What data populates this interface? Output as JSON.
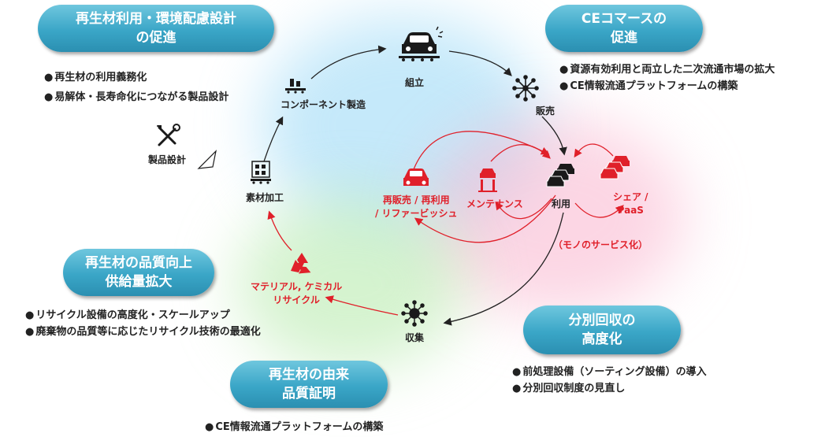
{
  "pills": {
    "recycled_design": [
      "再生材利用・環境配慮設計",
      "の促進"
    ],
    "ce_commerce": [
      "CEコマースの",
      "促進"
    ],
    "quality": [
      "再生材の品質向上",
      "供給量拡大"
    ],
    "origin": [
      "再生材の由来",
      "品質証明"
    ],
    "sorting": [
      "分別回収の",
      "高度化"
    ]
  },
  "bullets": {
    "design": [
      "再生材の利用義務化",
      "易解体・長寿命化につながる製品設計"
    ],
    "commerce": [
      "資源有効利用と両立した二次流通市場の拡大",
      "CE情報流通プラットフォームの構築"
    ],
    "quality": [
      "リサイクル設備の高度化・スケールアップ",
      "廃棄物の品質等に応じたリサイクル技術の最適化"
    ],
    "sorting": [
      "前処理設備（ソーティング設備）の導入",
      "分別回収制度の見直し"
    ],
    "origin": [
      "CE情報流通プラットフォームの構築"
    ]
  },
  "nodes": {
    "assembly": "組立",
    "sales": "販売",
    "component": "コンポーネント製造",
    "product_design": "製品設計",
    "material": "素材加工",
    "resale": [
      "再販売 / 再利用",
      "/ リファービッシュ"
    ],
    "maintenance": "メンテナンス",
    "use": "利用",
    "share": [
      "シェア /",
      "PaaS"
    ],
    "servitization": "（モノのサービス化）",
    "recycling": [
      "マテリアル, ケミカル",
      "リサイクル"
    ],
    "collection": "収集"
  },
  "colors": {
    "pill": "#3aa6c7",
    "accent_red": "#e0202a",
    "icon_dark": "#1a1a1a"
  },
  "icons": [
    "car-assembly-icon",
    "distribution-icon",
    "component-icon",
    "tools-icon",
    "triangle-icon",
    "factory-icon",
    "red-car-icon",
    "maintenance-lift-icon",
    "cars-icon",
    "red-cars-icon",
    "recycle-icon",
    "collection-icon"
  ]
}
